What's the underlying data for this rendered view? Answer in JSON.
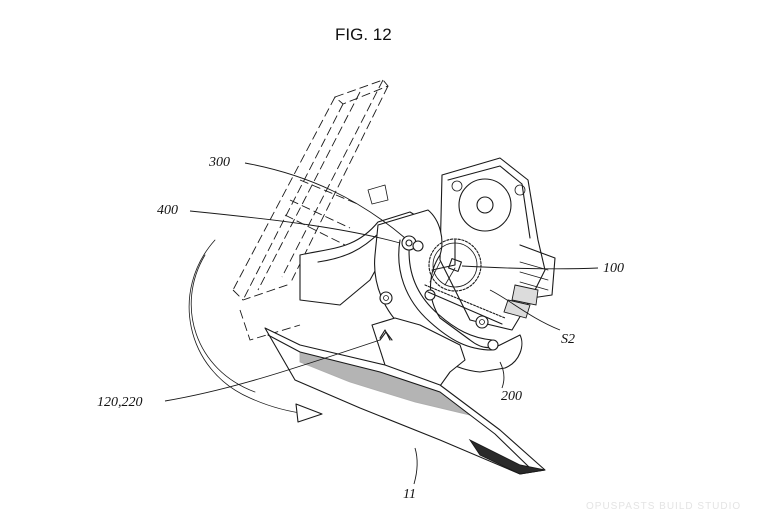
{
  "figure": {
    "title": "FIG. 12",
    "labels": {
      "l300": "300",
      "l400": "400",
      "l100": "100",
      "lS2": "S2",
      "l120": "120,220",
      "l200": "200",
      "l11": "11"
    },
    "watermark": "OPUSPASTS BUILD STUDIO"
  }
}
